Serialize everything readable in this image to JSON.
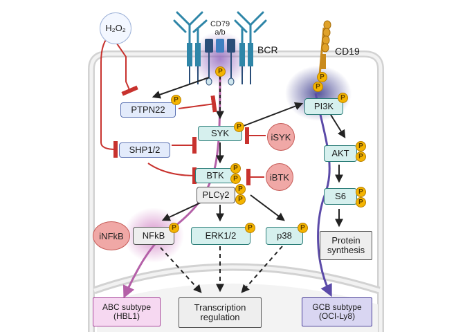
{
  "receptors": {
    "bcr": "BCR",
    "cd79_line1": "CD79",
    "cd79_line2": "a/b",
    "cd19": "CD19"
  },
  "phospho_label": "P",
  "nodes": {
    "h2o2": "H₂O₂",
    "ptpn22": "PTPN22",
    "shp1_2": "SHP1/2",
    "syk": "SYK",
    "btk": "BTK",
    "plcy2": "PLCγ2",
    "pi3k": "PI3K",
    "akt": "AKT",
    "s6": "S6",
    "nfkb": "NFkB",
    "erk1_2": "ERK1/2",
    "p38": "p38"
  },
  "inhibitors": {
    "isyk": "iSYK",
    "ibtk": "iBTK",
    "infkb": "iNFkB"
  },
  "outputs": {
    "protein_synthesis_line1": "Protein",
    "protein_synthesis_line2": "synthesis",
    "transcription_line1": "Transcription",
    "transcription_line2": "regulation",
    "abc_line1": "ABC subtype",
    "abc_line2": "(HBL1)",
    "gcb_line1": "GCB subtype",
    "gcb_line2": "(OCI-Ly8)"
  },
  "colors": {
    "activation": "#222222",
    "inhibition": "#c8322e",
    "abc_path": "#b460a8",
    "gcb_path": "#5b4aa8",
    "phospho": "#f4b400",
    "receptor": "#2f86a8"
  }
}
